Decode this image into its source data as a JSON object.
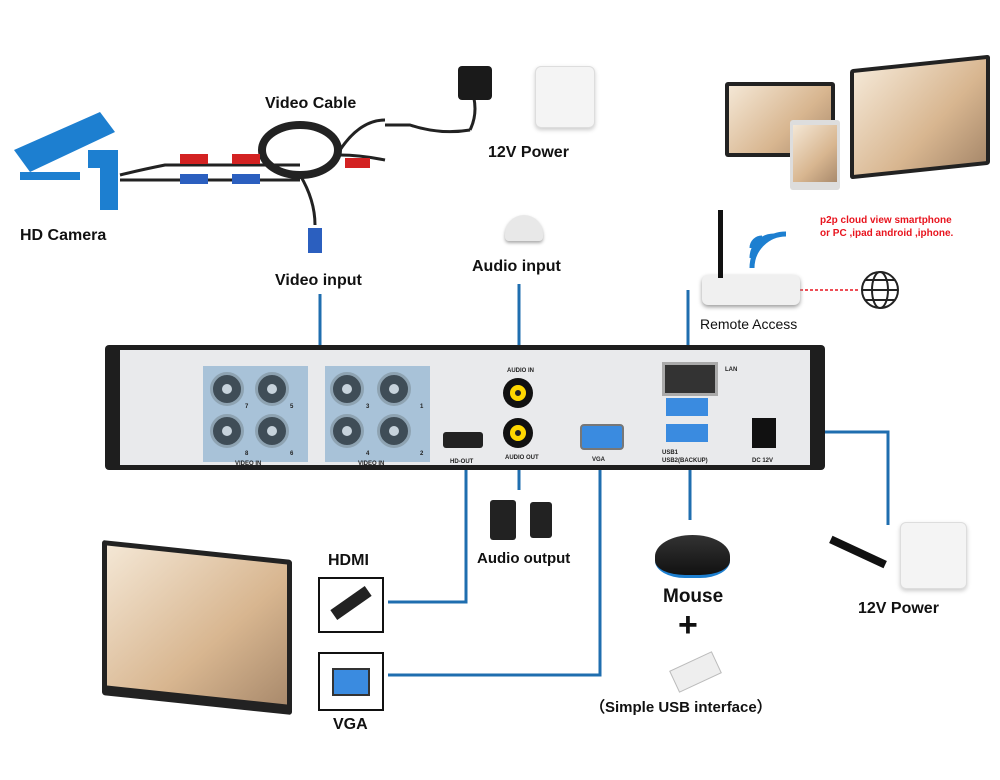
{
  "labels": {
    "hd_camera": "HD Camera",
    "video_cable": "Video Cable",
    "power_top": "12V Power",
    "video_input": "Video input",
    "audio_input": "Audio input",
    "remote_access": "Remote Access",
    "p2p_note_line1": "p2p cloud view smartphone",
    "p2p_note_line2": "or PC ,ipad android ,iphone.",
    "hdmi": "HDMI",
    "vga": "VGA",
    "audio_output": "Audio output",
    "mouse": "Mouse",
    "plus": "+",
    "usb_interface": "（Simple USB interface）",
    "power_right": "12V Power"
  },
  "panel": {
    "video_in_a": "VIDEO IN",
    "video_in_b": "VIDEO IN",
    "port_numbers": [
      "7",
      "5",
      "8",
      "6",
      "3",
      "1",
      "4",
      "2"
    ],
    "audio_in": "AUDIO IN",
    "audio_out": "AUDIO OUT",
    "hd_out": "HD-OUT",
    "vga": "VGA",
    "lan": "LAN",
    "usb1": "USB1",
    "usb2": "USB2(BACKUP)",
    "dc": "DC 12V"
  },
  "colors": {
    "line": "#1f6eaf",
    "camera": "#1d7fd0",
    "note": "#e8141e"
  },
  "icons": [
    "camera-icon",
    "cable-icon",
    "power-adapter-icon",
    "outlet-icon",
    "microphone-icon",
    "router-icon",
    "wifi-icon",
    "globe-icon",
    "monitor-icon",
    "speaker-icon",
    "hdmi-icon",
    "vga-icon",
    "mouse-icon",
    "usb-drive-icon",
    "dc-cable-icon"
  ]
}
